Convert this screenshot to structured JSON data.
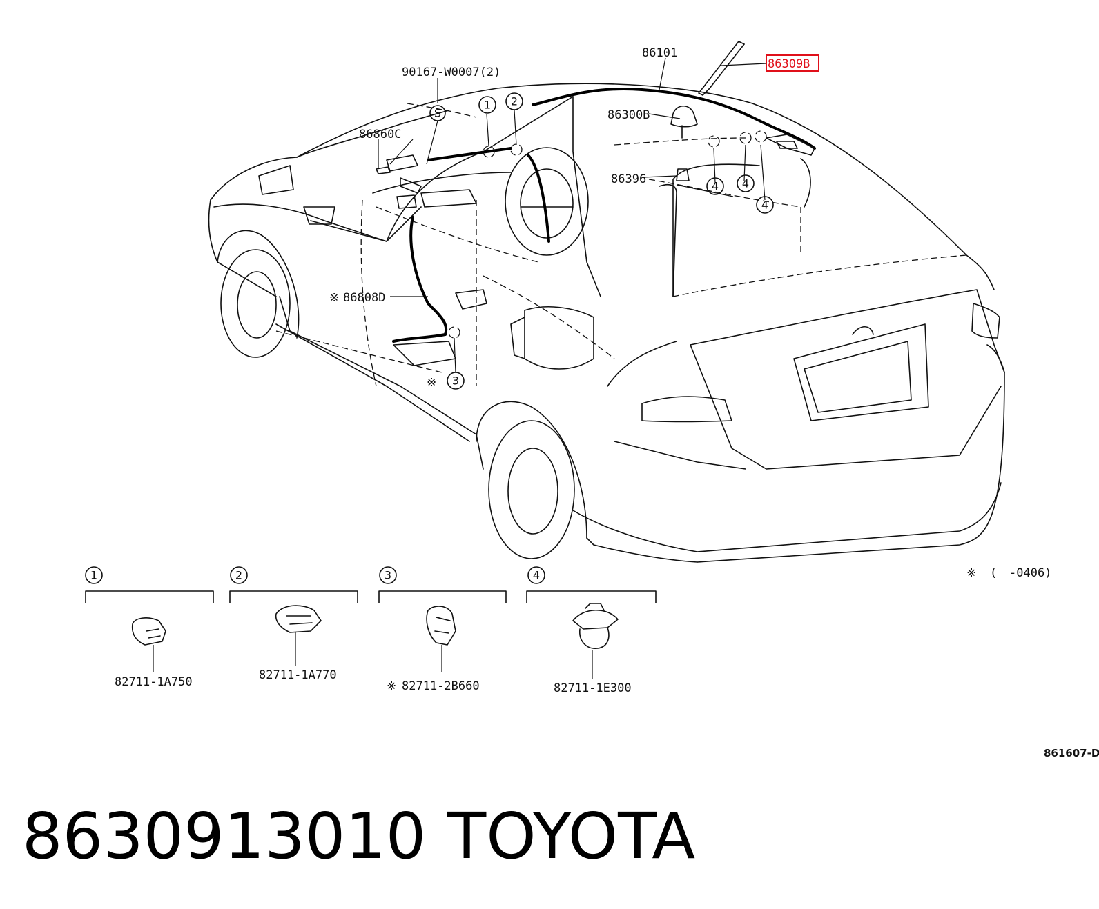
{
  "callouts": {
    "c86101": "86101",
    "c86309B": "86309B",
    "c90167": "90167-W0007(2)",
    "c86300B": "86300B",
    "c86860C": "86860C",
    "c86396": "86396",
    "c86808D": "86808D",
    "asterisk": "※"
  },
  "markers": {
    "s": "S",
    "one": "1",
    "two": "2",
    "three": "3",
    "four": "4"
  },
  "legend": {
    "clip1_part": "82711-1A750",
    "clip2_part": "82711-1A770",
    "clip3_part": "82711-2B660",
    "clip4_part": "82711-1E300"
  },
  "footnote": {
    "symbol": "※",
    "open_paren": "(",
    "range": "-0406)"
  },
  "figure_code": "861607-D",
  "footer": {
    "part_number": "8630913010",
    "brand": "TOYOTA"
  },
  "colors": {
    "highlight": "#e0101a",
    "ink": "#111111"
  }
}
